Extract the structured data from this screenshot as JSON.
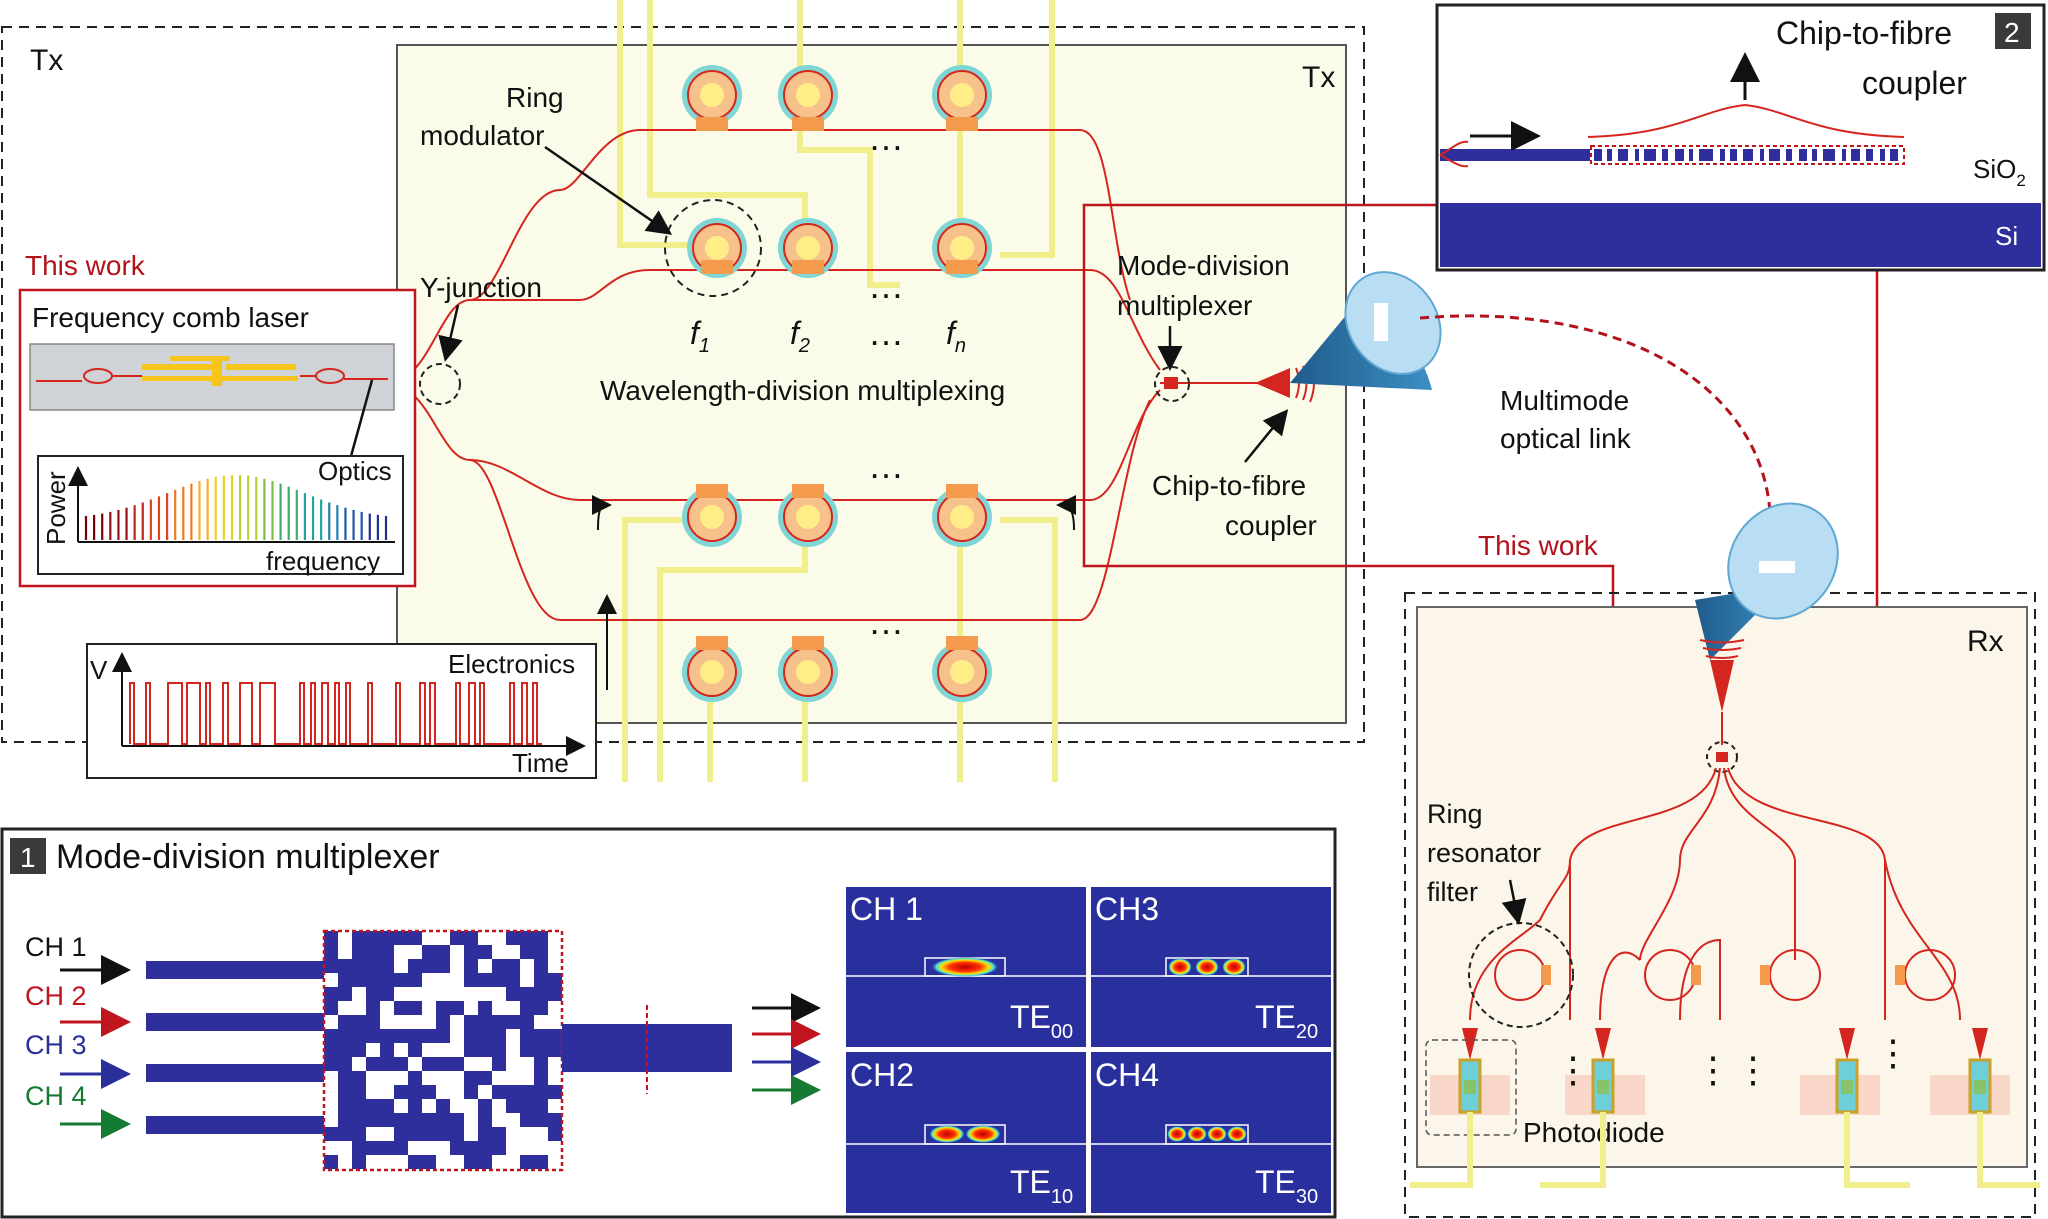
{
  "tx": {
    "outer_label": "Tx",
    "chip_label": "Tx",
    "this_work": "This work",
    "comb_laser": "Frequency comb laser",
    "optics": "Optics",
    "power": "Power",
    "frequency": "frequency",
    "electronics": "Electronics",
    "v_axis": "V",
    "time_axis": "Time",
    "y_junction": "Y-junction",
    "ring_modulator": [
      "Ring",
      "modulator"
    ],
    "f1": "f",
    "f1_sub": "1",
    "f2": "f",
    "f2_sub": "2",
    "fn": "f",
    "fn_sub": "n",
    "ellipsis": "…",
    "wdm": "Wavelength-division multiplexing",
    "mdm": [
      "Mode-division",
      "multiplexer"
    ],
    "coupler": [
      "Chip-to-fibre",
      "coupler"
    ]
  },
  "link": {
    "label": [
      "Multimode",
      "optical link"
    ]
  },
  "inset2": {
    "badge": "2",
    "title": [
      "Chip-to-fibre",
      "coupler"
    ],
    "sio2": "SiO",
    "sio2_sub": "2",
    "si": "Si"
  },
  "rx": {
    "this_work": "This work",
    "label": "Rx",
    "ring_filter": [
      "Ring",
      "resonator",
      "filter"
    ],
    "photodiode": "Photodiode",
    "dots": "⋮"
  },
  "inset1": {
    "badge": "1",
    "title": "Mode-division multiplexer",
    "channels": [
      {
        "label": "CH 1",
        "color": "#111111"
      },
      {
        "label": "CH 2",
        "color": "#c0141e"
      },
      {
        "label": "CH 3",
        "color": "#2b2f9a"
      },
      {
        "label": "CH 4",
        "color": "#157a32"
      }
    ],
    "modes": [
      {
        "ch": "CH 1",
        "te": "TE",
        "sub": "00"
      },
      {
        "ch": "CH3",
        "te": "TE",
        "sub": "20"
      },
      {
        "ch": "CH2",
        "te": "TE",
        "sub": "10"
      },
      {
        "ch": "CH4",
        "te": "TE",
        "sub": "30"
      }
    ]
  },
  "colors": {
    "waveguide_red": "#d4261f",
    "frame_red": "#c0141e",
    "chip_bg": "#fbfbea",
    "navy": "#2e2e9c",
    "electrode_yellow": "#f1ef8c"
  }
}
